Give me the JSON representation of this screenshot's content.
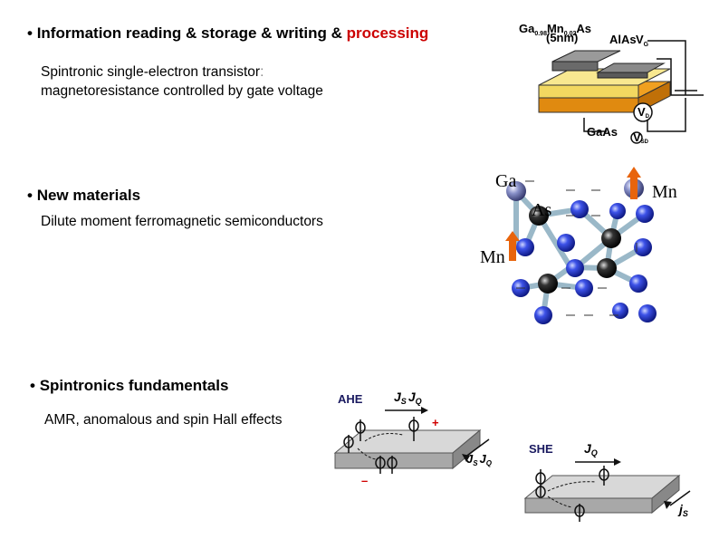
{
  "section1": {
    "bullet": "•",
    "title_main": "Information reading & storage & writing & ",
    "title_accent": "processing",
    "desc_line1": "Spintronic single-electron transistor",
    "desc_colon": ":",
    "desc_line2": "magnetoresistance controlled by gate voltage"
  },
  "section2": {
    "bullet": "•",
    "title": "New materials",
    "desc": "Dilute moment ferromagnetic semiconductors"
  },
  "section3": {
    "bullet": "•",
    "title": "Spintronics fundamentals",
    "desc": "AMR, anomalous and spin Hall effects"
  },
  "device_figure": {
    "gamnas": "Ga",
    "gamnas_sub1": "0.98",
    "gamnas_mn": "Mn",
    "gamnas_sub2": "0.02",
    "gamnas_as": "As",
    "thickness": "(5nm)",
    "alas": "AlAs",
    "vg": "V",
    "vg_sub": "G",
    "vd": "V",
    "vd_sub": "D",
    "gaas": "GaAs",
    "vsd": "V",
    "vsd_sub": "SD"
  },
  "crystal_figure": {
    "ga": "Ga",
    "as": "As",
    "mn_right": "Mn",
    "mn_left": "Mn"
  },
  "ahe_figure": {
    "title": "AHE",
    "js": "J",
    "js_sub": "S",
    "jq": "J",
    "jq_sub": "Q",
    "plus": "+",
    "minus": "–",
    "js2": "J",
    "js2_sub": "S",
    "jq2": "J",
    "jq2_sub": "Q"
  },
  "she_figure": {
    "title": "SHE",
    "jq": "J",
    "jq_sub": "Q",
    "js": "j",
    "js_sub": "S"
  },
  "colors": {
    "accent": "#cc0000",
    "atom_blue": "#1a2fd0",
    "atom_black": "#111111",
    "arrow_orange": "#e8640c",
    "slab_gray": "#b8b8b8",
    "device_orange": "#f0a020"
  }
}
